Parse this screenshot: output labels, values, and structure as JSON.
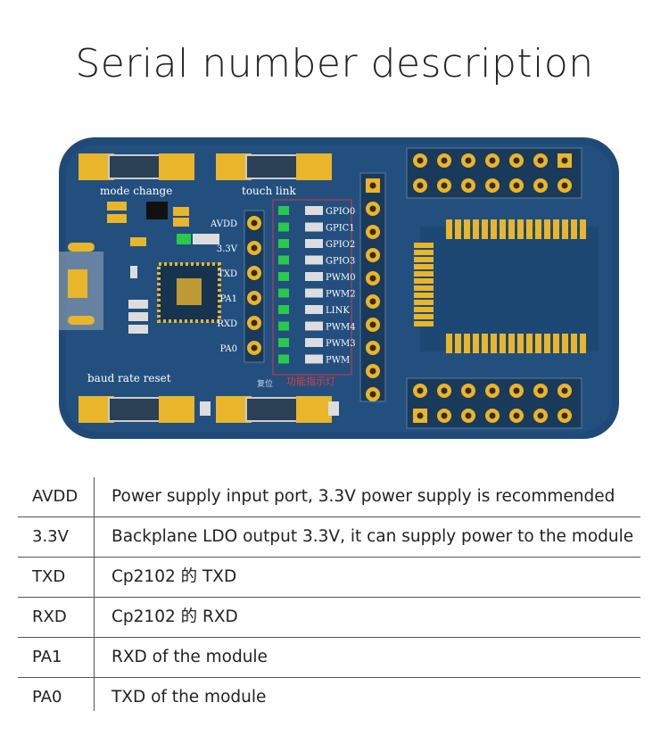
{
  "title": "Serial number description",
  "board": {
    "labels": {
      "mode_change": "mode change",
      "touch_link": "touch link",
      "baud_rate_reset": "baud rate reset",
      "reset_cn": "复位",
      "indicator_cn": "功能指示灯"
    },
    "left_pins": [
      "AVDD",
      "3.3V",
      "TXD",
      "PA1",
      "RXD",
      "PA0"
    ],
    "led_labels": [
      "GPIO0",
      "GPIC1",
      "GPIO2",
      "GPIO3",
      "PWM0",
      "PWM2",
      "LINK",
      "PWM4",
      "PWM3",
      "PWM"
    ]
  },
  "table": [
    {
      "pin": "AVDD",
      "desc": "Power supply input port, 3.3V power supply is recommended"
    },
    {
      "pin": "3.3V",
      "desc": "Backplane LDO output 3.3V, it can supply power to the module"
    },
    {
      "pin": "TXD",
      "desc": "Cp2102 的 TXD"
    },
    {
      "pin": "RXD",
      "desc": "Cp2102 的 RXD"
    },
    {
      "pin": "PA1",
      "desc": "RXD of the module"
    },
    {
      "pin": "PA0",
      "desc": "TXD of the module"
    }
  ]
}
